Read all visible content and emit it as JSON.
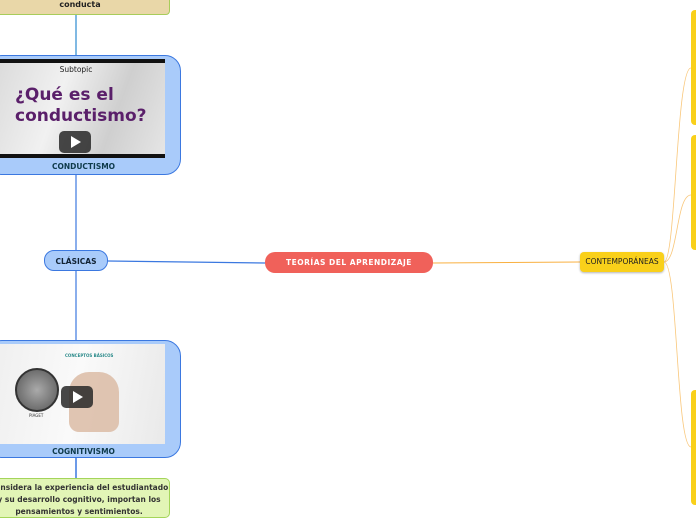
{
  "central_topic": "TEORÍAS DEL APRENDIZAJE",
  "branches": {
    "clasicas": {
      "label": "CLÁSICAS",
      "conductismo": {
        "label": "CONDUCTISMO",
        "video_subtopic": "Subtopic",
        "video_title": "¿Qué es el conductismo?",
        "parent_note": "conducta"
      },
      "cognitivismo": {
        "label": "COGNITIVISMO",
        "video_caption": "CONCEPTOS BÁSICOS",
        "video_name": "PIAGET",
        "note": "Considera la experiencia del estudiantado y su desarrollo cognitivo, importan los pensamientos y sentimientos."
      }
    },
    "contemporaneas": {
      "label": "CONTEMPORÁNEAS"
    }
  },
  "colors": {
    "central": "#f0615a",
    "clasicas": "#a9cbfa",
    "contemporaneas": "#f9d01a",
    "note_green": "#e2f5b6",
    "note_beige": "#e9d7a8"
  },
  "icons": [
    "play-icon"
  ]
}
